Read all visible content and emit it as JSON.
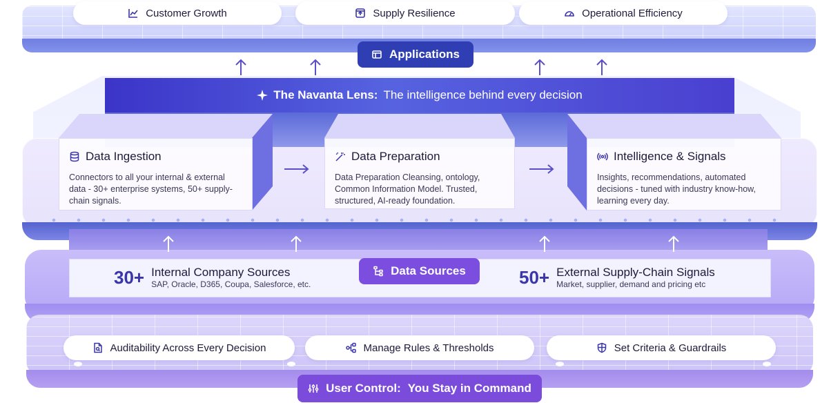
{
  "applications": {
    "items": [
      {
        "label": "Customer Growth",
        "icon": "chart-line-icon"
      },
      {
        "label": "Supply Resilience",
        "icon": "box-upload-icon"
      },
      {
        "label": "Operational Efficiency",
        "icon": "gauge-icon"
      }
    ],
    "tag_label": "Applications"
  },
  "lens": {
    "title": "The Navanta Lens:",
    "subtitle": "The intelligence behind every decision"
  },
  "stages": [
    {
      "title": "Data Ingestion",
      "icon": "database-icon",
      "description": "Connectors to all your internal & external data - 30+ enterprise systems, 50+ supply-chain signals."
    },
    {
      "title": "Data Preparation",
      "icon": "magic-wand-icon",
      "description": "Data Preparation Cleansing, ontology, Common Information Model. Trusted, structured, AI-ready foundation."
    },
    {
      "title": "Intelligence & Signals",
      "icon": "broadcast-icon",
      "description": "Insights, recommendations, automated decisions - tuned with industry know-how, learning every day."
    }
  ],
  "data_sources": {
    "tag_label": "Data Sources",
    "internal": {
      "count": "30+",
      "title": "Internal Company Sources",
      "subtitle": "SAP, Oracle, D365, Coupa, Salesforce, etc."
    },
    "external": {
      "count": "50+",
      "title": "External Supply-Chain Signals",
      "subtitle": "Market, supplier, demand and pricing etc"
    }
  },
  "user_control": {
    "items": [
      {
        "label": "Auditability Across Every Decision",
        "icon": "audit-file-icon"
      },
      {
        "label": "Manage Rules & Thresholds",
        "icon": "workflow-icon"
      },
      {
        "label": "Set Criteria & Guardrails",
        "icon": "shield-icon"
      }
    ],
    "tag_title": "User Control:",
    "tag_subtitle": "You Stay in Command"
  },
  "colors": {
    "applications_tag": "#2f3fb3",
    "lens_bar": "#3b34c8",
    "data_sources_tag": "#7c4ee0",
    "user_control_tag": "#7b4bdc",
    "accent_text": "#3a35a8"
  }
}
